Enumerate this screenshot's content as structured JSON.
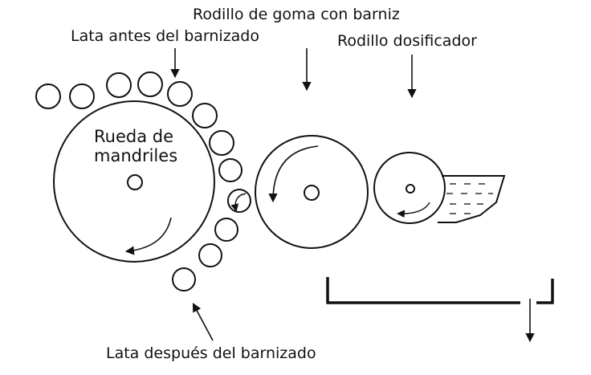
{
  "labels": {
    "rodillo_goma": "Rodillo de goma con barniz",
    "lata_antes": "Lata antes del barnizado",
    "rodillo_dosificador": "Rodillo dosificador",
    "rueda_line1": "Rueda de",
    "rueda_line2": "mandriles",
    "lata_despues": "Lata después del barnizado"
  },
  "colors": {
    "stroke": "#111111",
    "background": "#ffffff"
  }
}
